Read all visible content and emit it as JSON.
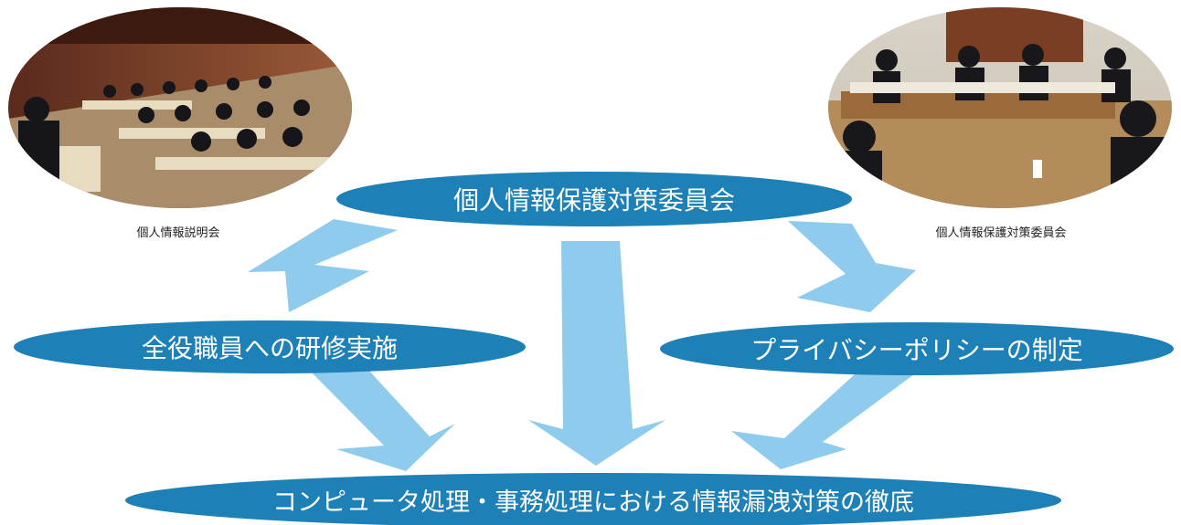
{
  "colors": {
    "ellipse": "#1d80b7",
    "ellipse_text": "#ffffff",
    "arrow": "#8ecbec"
  },
  "photos": {
    "left": {
      "name": "seminar-photo",
      "caption": "個人情報説明会"
    },
    "right": {
      "name": "committee-photo",
      "caption": "個人情報保護対策委員会"
    }
  },
  "nodes": {
    "committee": "個人情報保護対策委員会",
    "training": "全役職員への研修実施",
    "policy": "プライバシーポリシーの制定",
    "result": "コンピュータ処理・事務処理における情報漏洩対策の徹底"
  }
}
